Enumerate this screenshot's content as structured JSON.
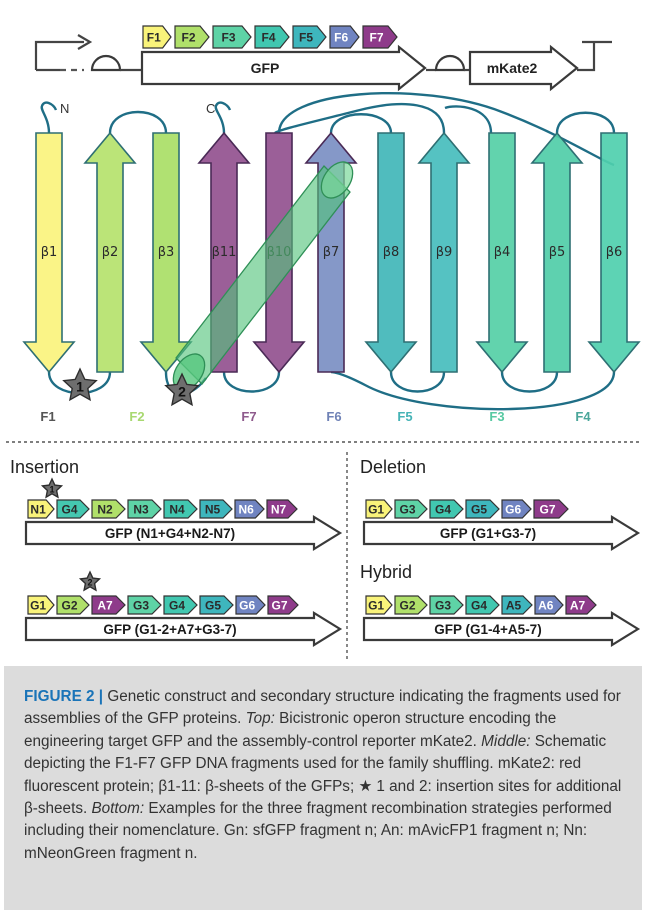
{
  "operon": {
    "fragments": [
      {
        "label": "F1",
        "color": "#f9f37a"
      },
      {
        "label": "F2",
        "color": "#b0e06a"
      },
      {
        "label": "F3",
        "color": "#5ed3a6"
      },
      {
        "label": "F4",
        "color": "#41c7b0"
      },
      {
        "label": "F5",
        "color": "#3eb6bd"
      },
      {
        "label": "F6",
        "color": "#7084c1"
      },
      {
        "label": "F7",
        "color": "#8e3b8a"
      }
    ],
    "gene1": "GFP",
    "gene2": "mKate2"
  },
  "structure": {
    "n_terminus": "N",
    "c_terminus": "C",
    "strands": [
      {
        "label": "β1",
        "color": "#faf37d",
        "dir": "down"
      },
      {
        "label": "β2",
        "color": "#b5e26d",
        "dir": "up"
      },
      {
        "label": "β3",
        "color": "#a9de66",
        "dir": "down"
      },
      {
        "label": "β11",
        "color": "#93518f",
        "dir": "up"
      },
      {
        "label": "β10",
        "color": "#93518f",
        "dir": "down"
      },
      {
        "label": "β7",
        "color": "#7b8fc3",
        "dir": "up"
      },
      {
        "label": "β8",
        "color": "#41b6b9",
        "dir": "down"
      },
      {
        "label": "β9",
        "color": "#47bdbd",
        "dir": "up"
      },
      {
        "label": "β4",
        "color": "#55cfa6",
        "dir": "down"
      },
      {
        "label": "β5",
        "color": "#50cda8",
        "dir": "up"
      },
      {
        "label": "β6",
        "color": "#4fcfae",
        "dir": "down"
      }
    ],
    "insertion_sites": [
      "1",
      "2"
    ],
    "fragment_labels": [
      {
        "label": "F1",
        "color": "#555555"
      },
      {
        "label": "F2",
        "color": "#a8d870"
      },
      {
        "label": "F7",
        "color": "#8e5a8c"
      },
      {
        "label": "F6",
        "color": "#6f82b6"
      },
      {
        "label": "F5",
        "color": "#45b3b6"
      },
      {
        "label": "F3",
        "color": "#56c9a2"
      },
      {
        "label": "F4",
        "color": "#4aa69a"
      }
    ]
  },
  "strategies": [
    {
      "title": "Insertion",
      "star": "1",
      "fragments": [
        {
          "label": "N1",
          "color": "#f9f37a"
        },
        {
          "label": "G4",
          "color": "#45c7b0"
        },
        {
          "label": "N2",
          "color": "#b0e06a"
        },
        {
          "label": "N3",
          "color": "#5ed3a6"
        },
        {
          "label": "N4",
          "color": "#41c7b0"
        },
        {
          "label": "N5",
          "color": "#3eb6bd"
        },
        {
          "label": "N6",
          "color": "#7084c1"
        },
        {
          "label": "N7",
          "color": "#8e3b8a"
        }
      ],
      "construct": "GFP (N1+G4+N2-N7)"
    },
    {
      "title": "Deletion",
      "star": "",
      "fragments": [
        {
          "label": "G1",
          "color": "#f9f37a"
        },
        {
          "label": "G3",
          "color": "#5ed3a6"
        },
        {
          "label": "G4",
          "color": "#41c7b0"
        },
        {
          "label": "G5",
          "color": "#3eb6bd"
        },
        {
          "label": "G6",
          "color": "#7084c1"
        },
        {
          "label": "G7",
          "color": "#8e3b8a"
        }
      ],
      "construct": "GFP (G1+G3-7)"
    },
    {
      "title": "",
      "star": "2",
      "fragments": [
        {
          "label": "G1",
          "color": "#f9f37a"
        },
        {
          "label": "G2",
          "color": "#b0e06a"
        },
        {
          "label": "A7",
          "color": "#8e3b8a"
        },
        {
          "label": "G3",
          "color": "#5ed3a6"
        },
        {
          "label": "G4",
          "color": "#41c7b0"
        },
        {
          "label": "G5",
          "color": "#3eb6bd"
        },
        {
          "label": "G6",
          "color": "#7084c1"
        },
        {
          "label": "G7",
          "color": "#8e3b8a"
        }
      ],
      "construct": "GFP (G1-2+A7+G3-7)"
    },
    {
      "title": "Hybrid",
      "star": "",
      "fragments": [
        {
          "label": "G1",
          "color": "#f9f37a"
        },
        {
          "label": "G2",
          "color": "#b0e06a"
        },
        {
          "label": "G3",
          "color": "#5ed3a6"
        },
        {
          "label": "G4",
          "color": "#41c7b0"
        },
        {
          "label": "A5",
          "color": "#3eb6bd"
        },
        {
          "label": "A6",
          "color": "#7084c1"
        },
        {
          "label": "A7",
          "color": "#8e3b8a"
        }
      ],
      "construct": "GFP (G1-4+A5-7)"
    }
  ],
  "caption": {
    "figure": "FIGURE 2 |",
    "text1": " Genetic construct and secondary structure indicating the fragments used for assemblies of the GFP proteins. ",
    "top_label": "Top:",
    "text2": " Bicistronic operon structure encoding the engineering target GFP and the assembly-control reporter mKate2. ",
    "middle_label": "Middle:",
    "text3": " Schematic depicting the F1-F7 GFP DNA fragments used for the family shuffling. mKate2: red fluorescent protein; β1-11: β-sheets of the GFPs; ★ 1 and 2: insertion sites for additional β-sheets. ",
    "bottom_label": "Bottom:",
    "text4": " Examples for the three fragment recombination strategies performed including their nomenclature. Gn: sfGFP fragment n; An: mAvicFP1 fragment n; Nn: mNeonGreen fragment n."
  },
  "colors": {
    "loop": "#1f6e86",
    "outline": "#333333",
    "star": "#6e6e6e"
  }
}
